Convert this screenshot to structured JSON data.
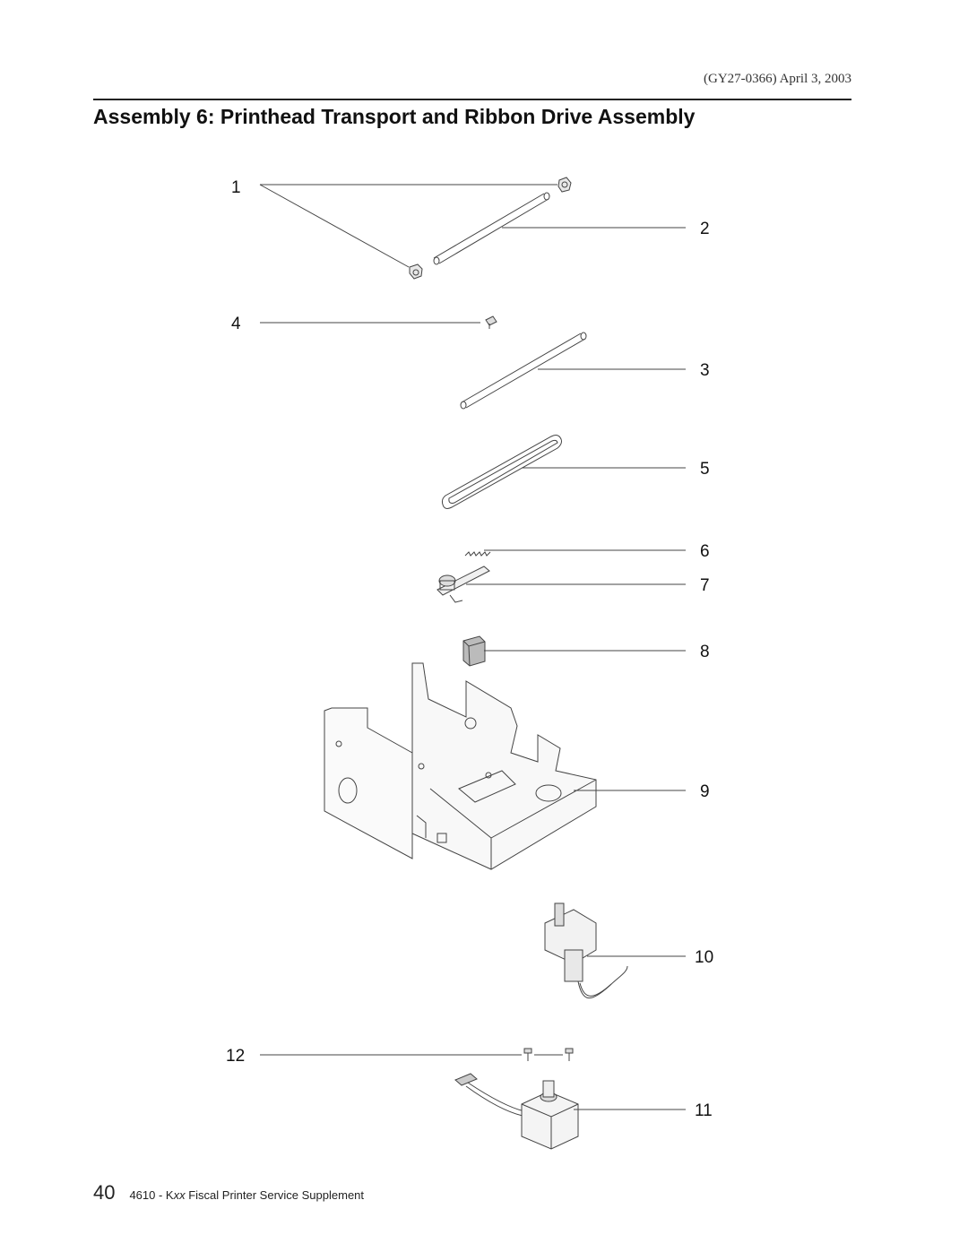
{
  "header": {
    "doc_id_date": "(GY27-0366) April 3, 2003"
  },
  "title": "Assembly 6: Printhead Transport and Ribbon Drive Assembly",
  "callouts": [
    "1",
    "2",
    "3",
    "4",
    "5",
    "6",
    "7",
    "8",
    "9",
    "10",
    "11",
    "12"
  ],
  "footer": {
    "page_number": "40",
    "doc_title_prefix": "4610 - K",
    "doc_title_italic": "xx",
    "doc_title_suffix": " Fiscal Printer Service Supplement"
  }
}
